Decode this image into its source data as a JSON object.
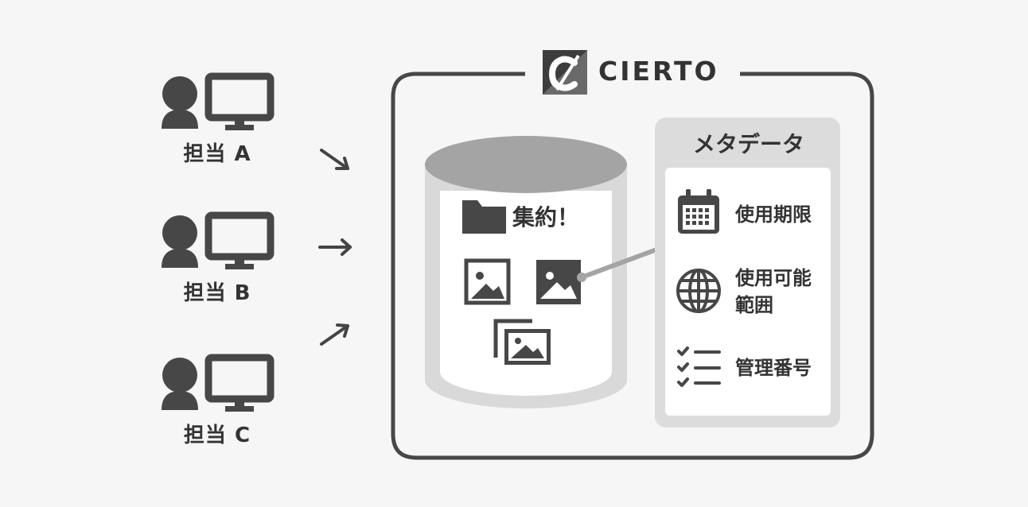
{
  "users": [
    {
      "label": "担当 A"
    },
    {
      "label": "担当 B"
    },
    {
      "label": "担当 C"
    }
  ],
  "logo": {
    "text": "CIERTO"
  },
  "storage": {
    "label": "集約！"
  },
  "metadata": {
    "title": "メタデータ",
    "items": [
      {
        "label": "使用期限",
        "icon": "calendar-icon"
      },
      {
        "label": "使用可能",
        "label2": "範囲",
        "icon": "globe-icon"
      },
      {
        "label": "管理番号",
        "icon": "checklist-icon"
      }
    ]
  },
  "colors": {
    "background": "#f6f6f6",
    "dark": "#444444",
    "cylinder_top": "#a4a4a4",
    "cylinder_body": "#d9d9d9",
    "panel": "#dcdcdc"
  }
}
